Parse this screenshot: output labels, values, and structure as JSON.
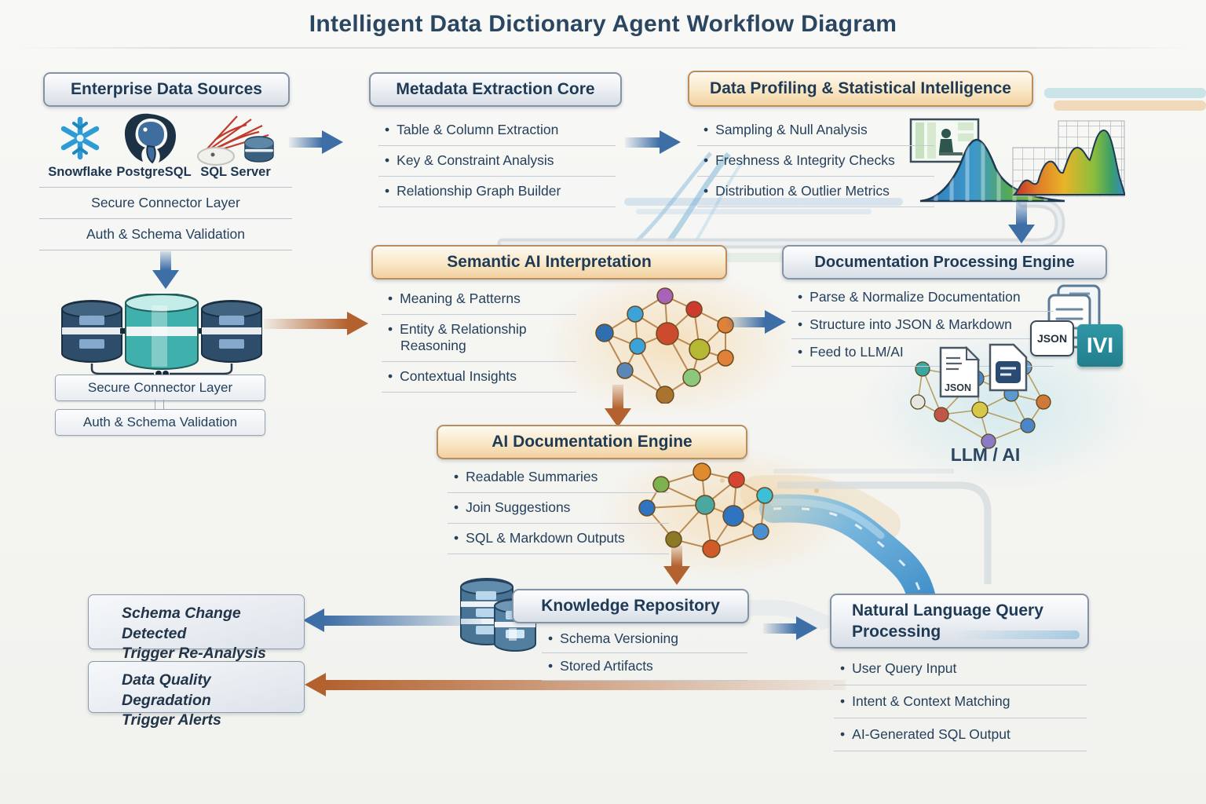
{
  "title": "Intelligent Data Dictionary Agent Workflow Diagram",
  "colors": {
    "accent_blue": "#3d6ea6",
    "accent_orange": "#b3622f",
    "header_text": "#1f3a55",
    "teal_tile": "#2a8f9c"
  },
  "enterprise": {
    "title": "Enterprise Data Sources",
    "sources": [
      {
        "label": "Snowflake"
      },
      {
        "label": "PostgreSQL"
      },
      {
        "label": "SQL Server"
      }
    ],
    "layer1": "Secure Connector Layer",
    "layer2": "Auth & Schema Validation"
  },
  "connector": {
    "layer1": "Secure Connector Layer",
    "layer2": "Auth & Schema Validation"
  },
  "metadata": {
    "title": "Metadata Extraction Core",
    "items": [
      "Table & Column Extraction",
      "Key & Constraint Analysis",
      "Relationship Graph Builder"
    ]
  },
  "profiling": {
    "title": "Data Profiling & Statistical Intelligence",
    "items": [
      "Sampling & Null Analysis",
      "Freshness & Integrity Checks",
      "Distribution & Outlier Metrics"
    ]
  },
  "semantic": {
    "title": "Semantic AI Interpretation",
    "items": [
      "Meaning & Patterns",
      "Entity & Relationship Reasoning",
      "Contextual Insights"
    ]
  },
  "docproc": {
    "title": "Documentation Processing Engine",
    "items": [
      "Parse & Normalize Documentation",
      "Structure into JSON & Markdown",
      "Feed to LLM/AI"
    ],
    "json_badge": "JSON",
    "json_file": "JSON",
    "markdown_tile": "IVI",
    "llm_label": "LLM / AI"
  },
  "aidoc": {
    "title": "AI Documentation Engine",
    "items": [
      "Readable Summaries",
      "Join Suggestions",
      "SQL & Markdown Outputs"
    ]
  },
  "repository": {
    "title": "Knowledge Repository",
    "items": [
      "Schema Versioning",
      "Stored Artifacts"
    ]
  },
  "nlq": {
    "title": "Natural Language Query Processing",
    "items": [
      "User Query Input",
      "Intent & Context Matching",
      "AI-Generated SQL Output"
    ]
  },
  "triggers": [
    {
      "line1": "Schema Change Detected",
      "line2": "Trigger Re-Analysis"
    },
    {
      "line1": "Data Quality Degradation",
      "line2": "Trigger Alerts"
    }
  ]
}
